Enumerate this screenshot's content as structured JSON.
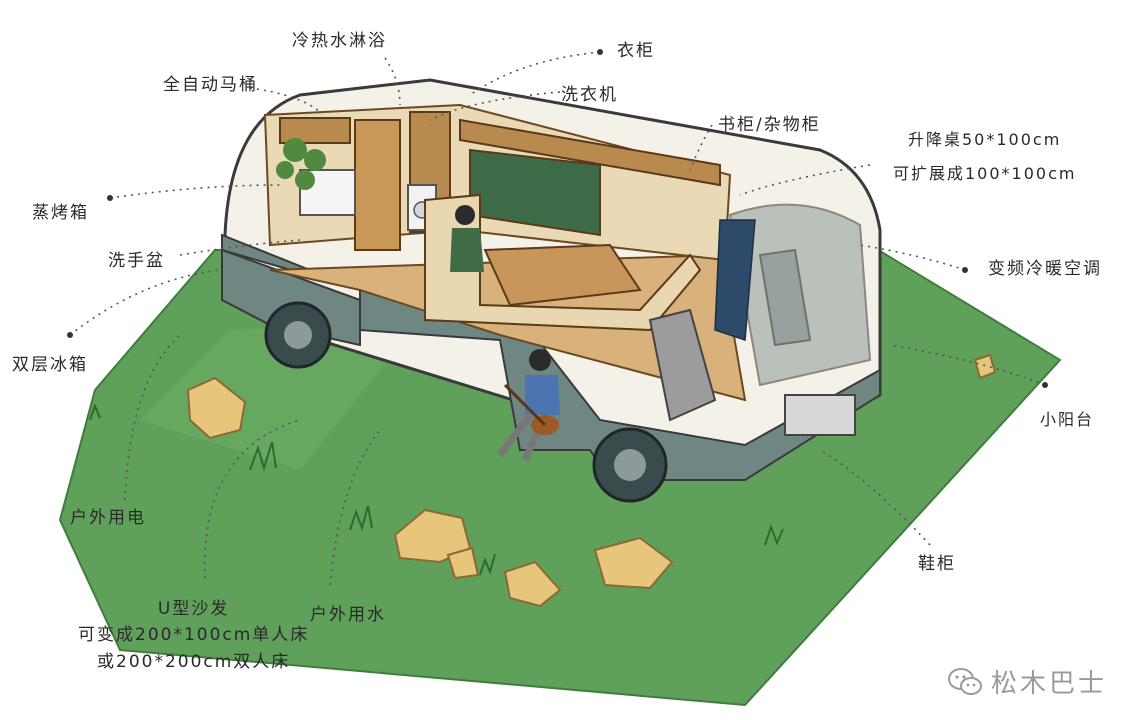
{
  "labels": {
    "shower": "冷热水淋浴",
    "wardrobe": "衣柜",
    "toilet": "全自动马桶",
    "washer": "洗衣机",
    "bookshelf": "书柜/杂物柜",
    "desk_line1": "升降桌50*100cm",
    "desk_line2": "可扩展成100*100cm",
    "steam_oven": "蒸烤箱",
    "sink": "洗手盆",
    "ac": "变频冷暖空调",
    "fridge": "双层冰箱",
    "balcony": "小阳台",
    "outdoor_power": "户外用电",
    "shoe_cabinet": "鞋柜",
    "sofa_line1": "U型沙发",
    "sofa_line2": "可变成200*100cm单人床",
    "sofa_line3": "或200*200cm双人床",
    "outdoor_water": "户外用水"
  },
  "watermark": "松木巴士",
  "colors": {
    "grass": "#5fa05a",
    "grass_dark": "#3f7d3c",
    "bus_lower": "#6f8782",
    "bus_roof": "#f4f1e8",
    "wood": "#b98a4e",
    "rock": "#e7c57a"
  }
}
